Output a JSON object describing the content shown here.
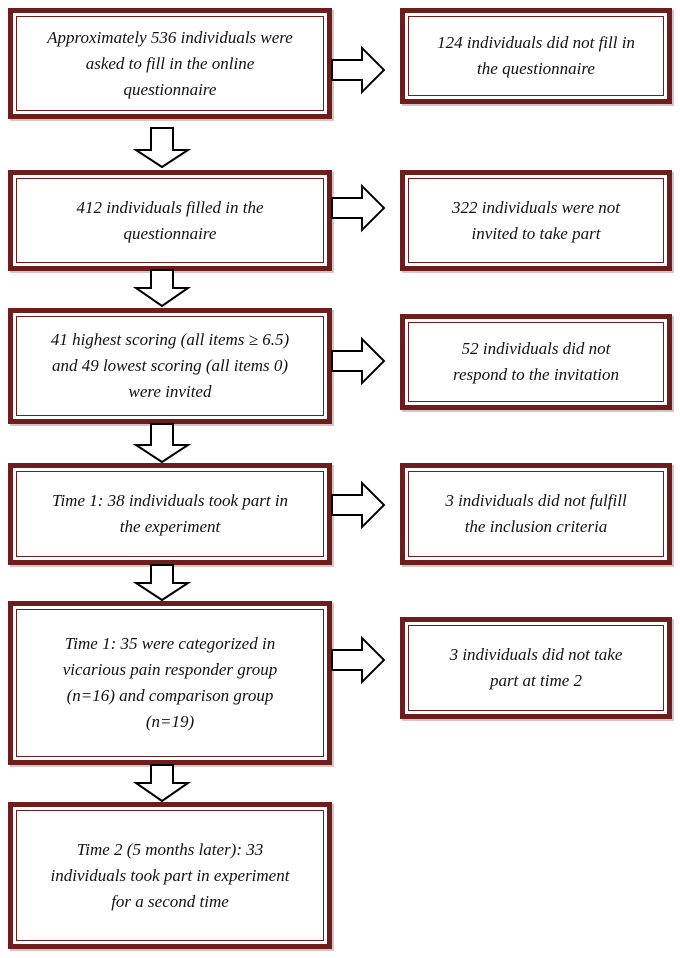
{
  "colors": {
    "border": "#6e1d1d",
    "text": "#111111",
    "arrow": "#000000"
  },
  "main_steps": [
    {
      "text": "Approximately 536 individuals were\nasked to fill in the online\nquestionnaire"
    },
    {
      "text": "412 individuals filled in the\nquestionnaire"
    },
    {
      "text": "41 highest scoring (all items ≥ 6.5)\nand 49 lowest scoring (all items 0)\nwere invited"
    },
    {
      "text": "Time 1: 38 individuals took part in\nthe experiment"
    },
    {
      "text": "Time 1: 35 were categorized in\nvicarious pain responder group\n(n=16) and comparison group\n(n=19)"
    },
    {
      "text": "Time 2 (5 months later): 33\nindividuals took part in experiment\nfor a second time"
    }
  ],
  "exclusions": [
    {
      "text": "124 individuals did not fill in\nthe questionnaire"
    },
    {
      "text": "322 individuals were not\ninvited to take part"
    },
    {
      "text": "52 individuals did not\nrespond to the invitation"
    },
    {
      "text": "3 individuals did not fulfill\nthe inclusion criteria"
    },
    {
      "text": "3 individuals did not take\npart at time 2"
    }
  ]
}
